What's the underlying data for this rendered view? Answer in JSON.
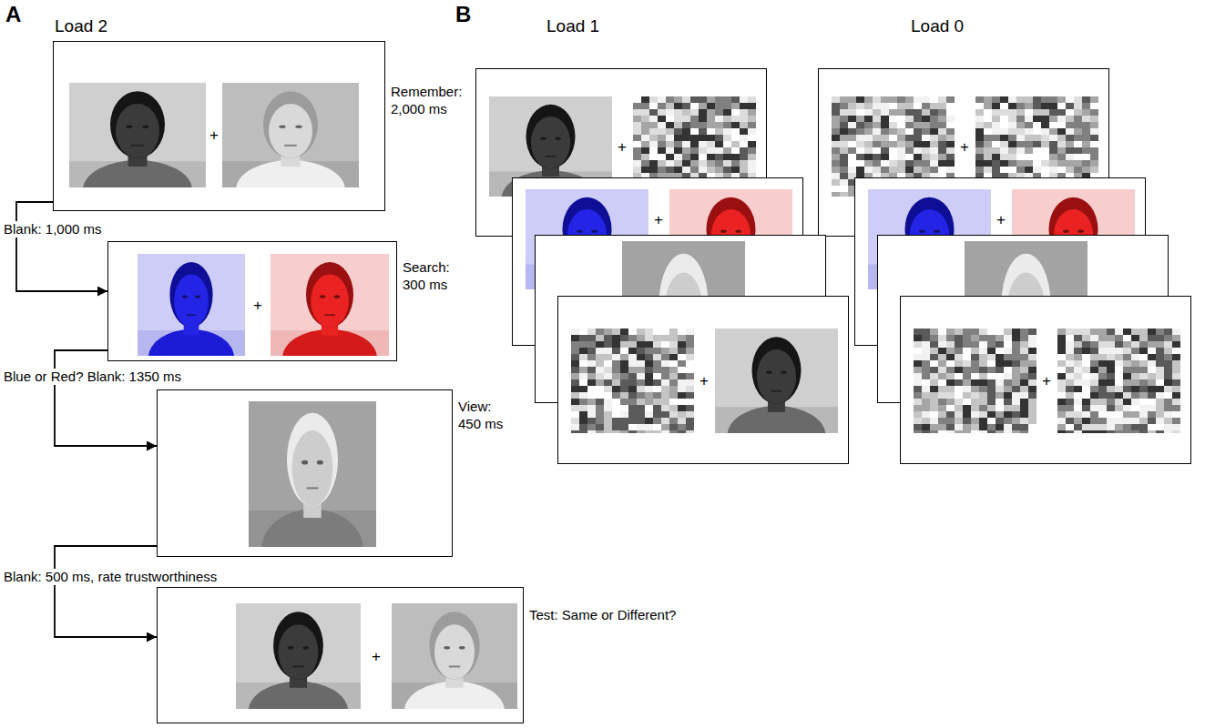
{
  "diagram": {
    "nodes": [
      {
        "text": [
          "+",
          "Remember: 2,000 ms"
        ]
      },
      {
        "text": [
          "+",
          "Search: 300 ms"
        ]
      },
      {
        "text": [
          "View: 450 ms"
        ]
      },
      {
        "text": [
          "+",
          "Test: Same or Different?"
        ]
      },
      {
        "text": [
          "+"
        ]
      },
      {
        "text": [
          "+"
        ]
      },
      {
        "text": [
          "+"
        ]
      },
      {
        "text": [
          "+"
        ]
      },
      {
        "text": [
          "+"
        ]
      },
      {
        "text": [
          "+"
        ]
      }
    ],
    "edges": [
      {
        "from": 0,
        "to": 1,
        "arrow": "to",
        "label": "Blank: 1,000 ms"
      },
      {
        "from": 1,
        "to": 2,
        "arrow": "to",
        "label": "Blue or Red? Blank: 1350 ms"
      },
      {
        "from": 2,
        "to": 3,
        "arrow": "to",
        "label": "Blank: 500 ms, rate trustworthiness"
      }
    ],
    "labels": [
      "A",
      "Load 2",
      "B",
      "Load 1",
      "Load 0"
    ]
  }
}
